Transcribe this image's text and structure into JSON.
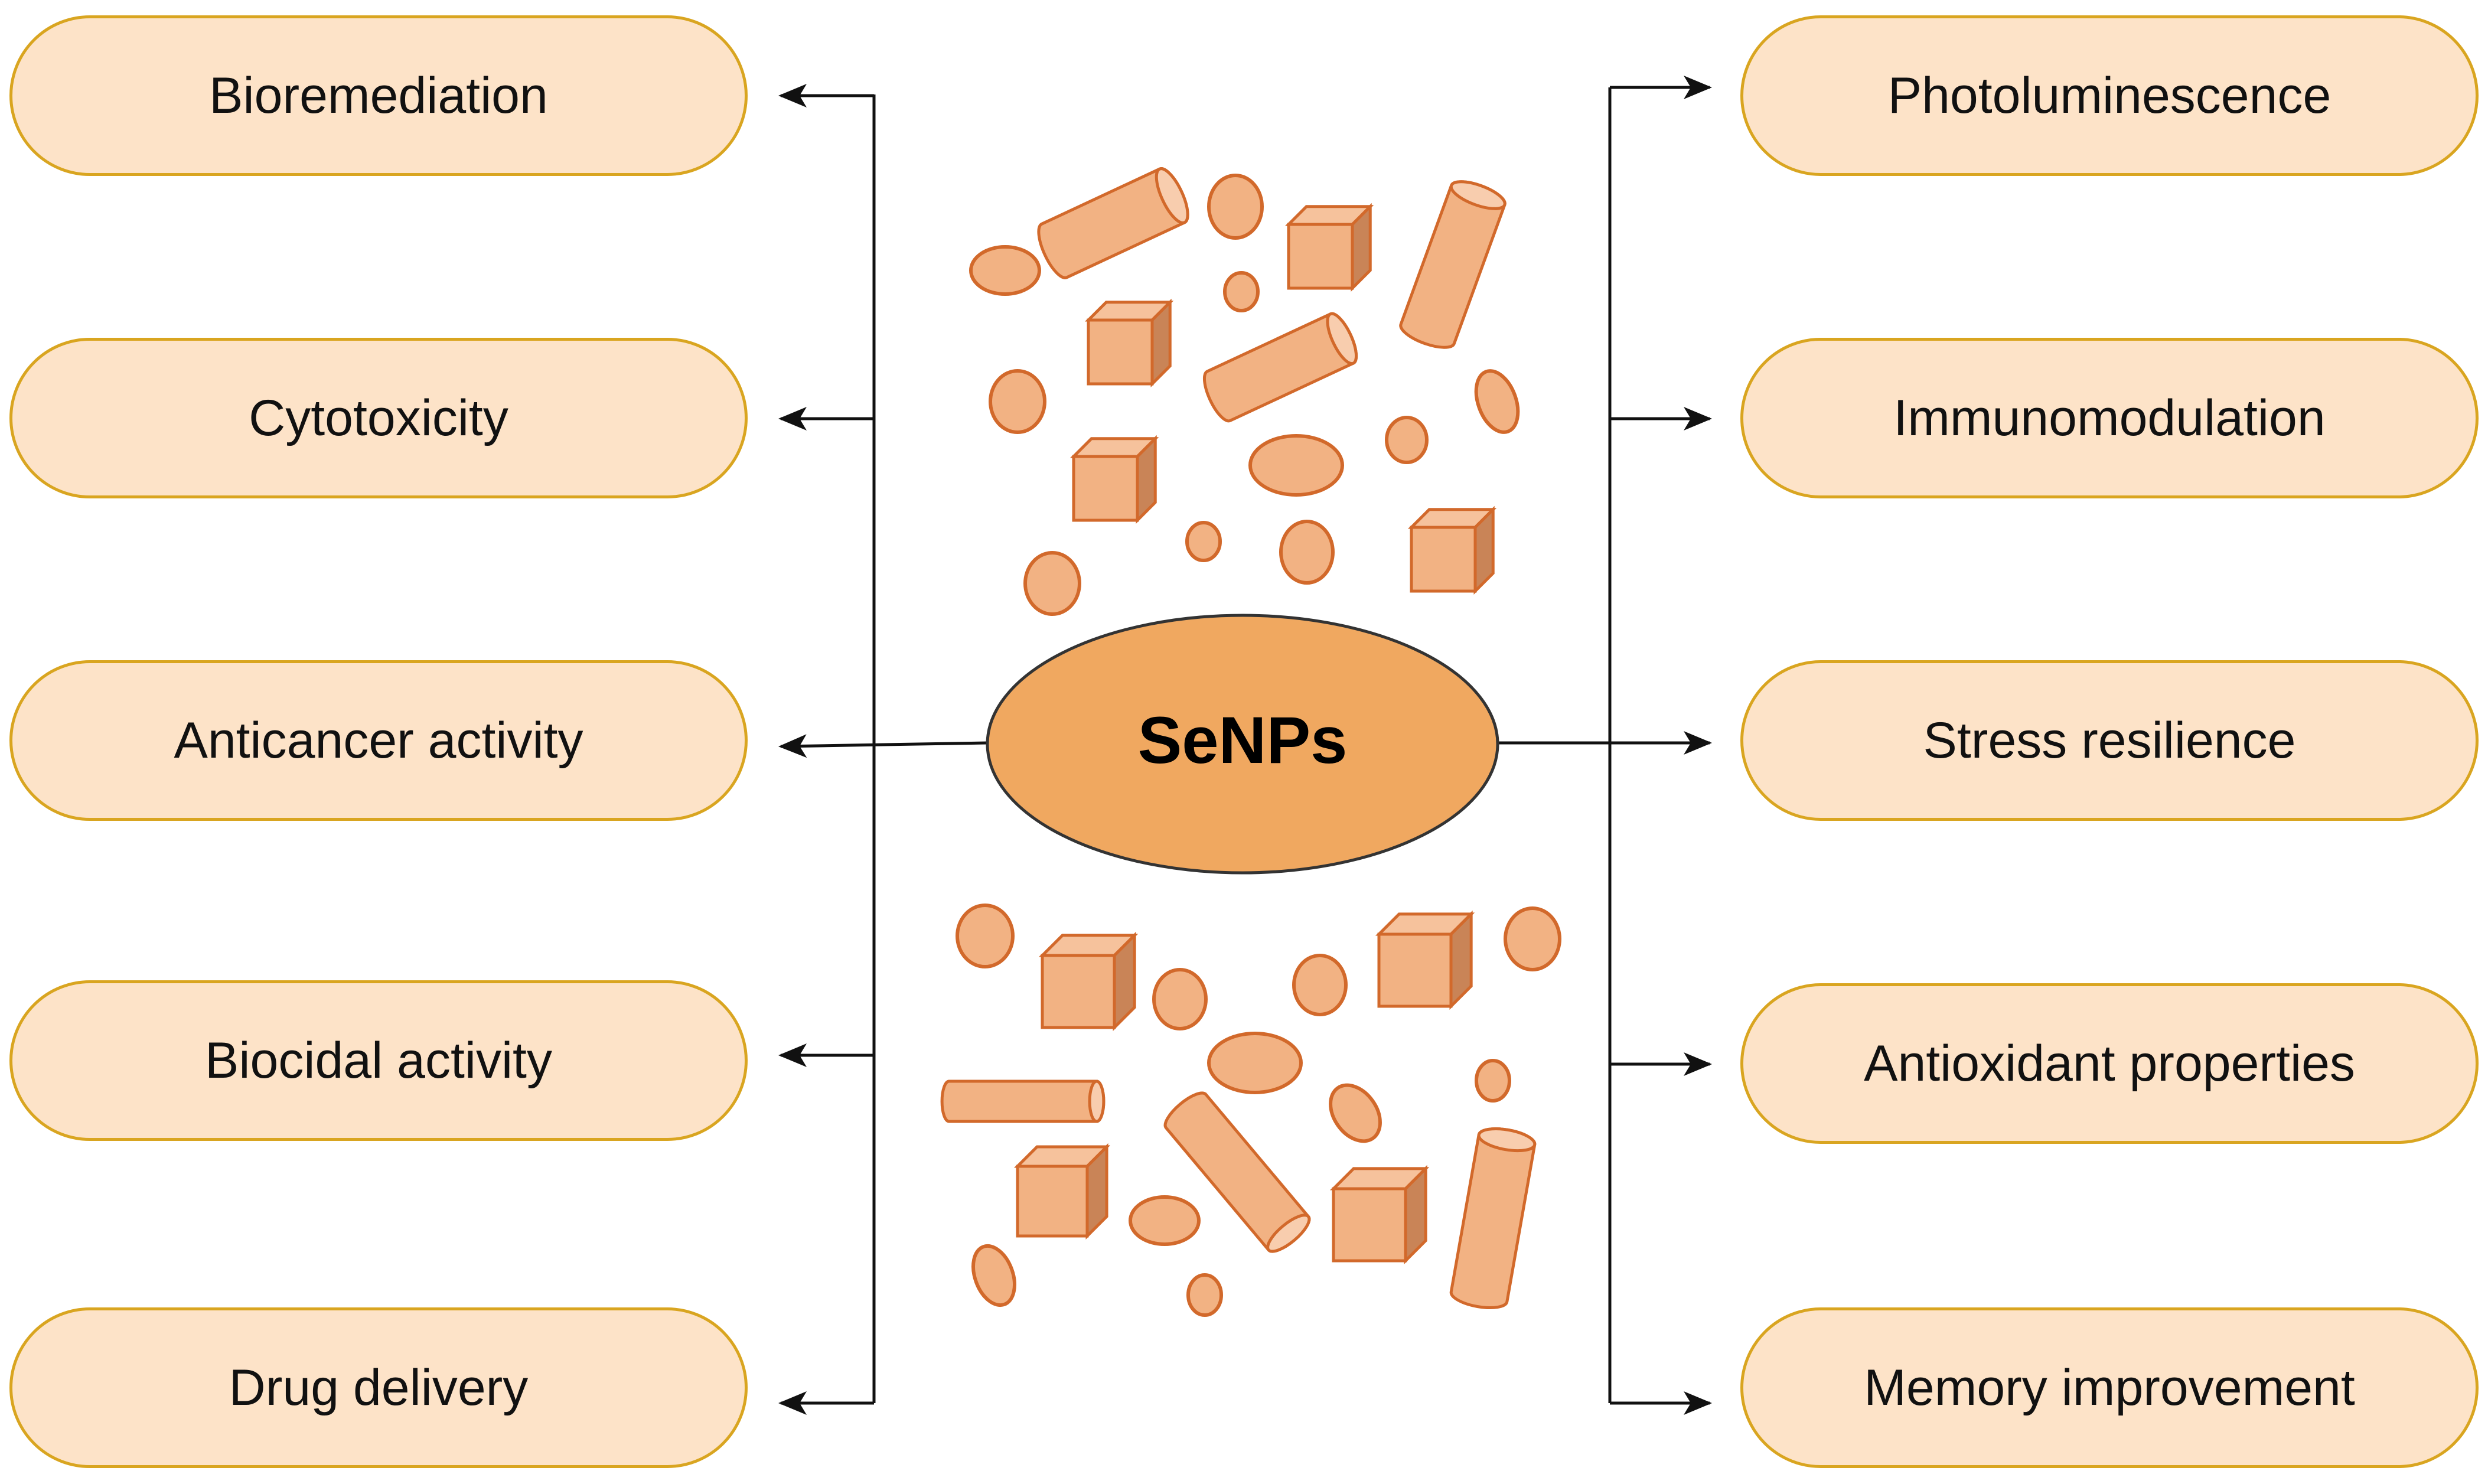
{
  "center": {
    "label": "SeNPs"
  },
  "left_boxes": [
    {
      "label": "Bioremediation"
    },
    {
      "label": "Cytotoxicity"
    },
    {
      "label": "Anticancer activity"
    },
    {
      "label": "Biocidal activity"
    },
    {
      "label": "Drug delivery"
    }
  ],
  "right_boxes": [
    {
      "label": "Photoluminescence"
    },
    {
      "label": "Immunomodulation"
    },
    {
      "label": "Stress resilience"
    },
    {
      "label": "Antioxidant properties"
    },
    {
      "label": "Memory improvement"
    }
  ],
  "colors": {
    "box_fill": "#FDE3C8",
    "box_border": "#D9A520",
    "particle_fill": "#F2B283",
    "particle_stroke": "#D2692B",
    "center_fill": "#F0A860"
  },
  "icons": [
    "sphere-particle-icon",
    "ellipse-particle-icon",
    "cube-particle-icon",
    "cylinder-particle-icon"
  ]
}
